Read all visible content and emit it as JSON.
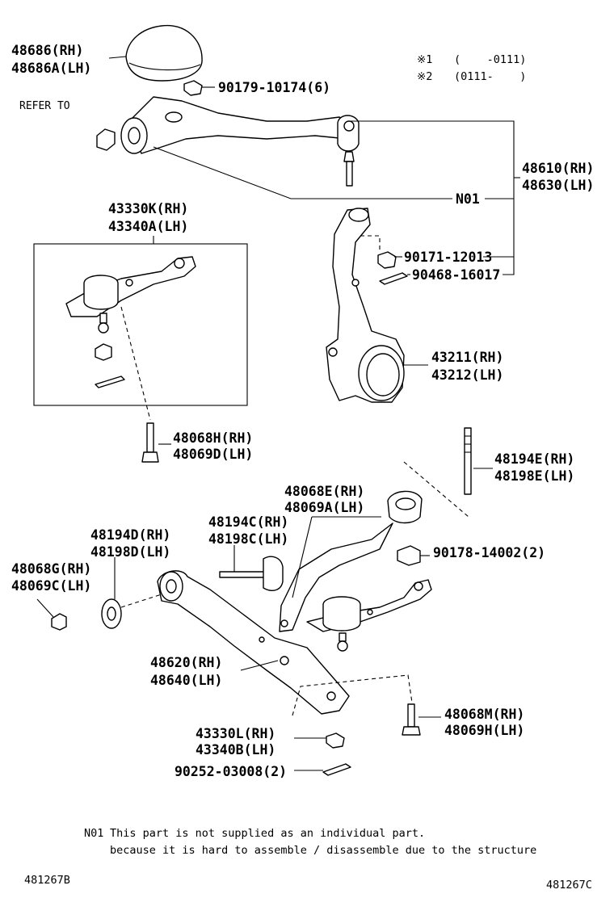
{
  "labels": {
    "boot_rh": "48686(RH)",
    "boot_lh": "48686A(LH)",
    "nut_upper": "90179-10174(6)",
    "refer_to": "REFER TO",
    "note1_mark": "※1",
    "note1_range": "(    -0111)",
    "note2_mark": "※2",
    "note2_range": "(0111-    )",
    "upper_arm_rh": "48610(RH)",
    "upper_arm_lh": "48630(LH)",
    "n01": "N01",
    "ball_joint_rh": "43330K(RH)",
    "ball_joint_lh": "43340A(LH)",
    "nut_knuckle": "90171-12013",
    "cotter_knuckle": "90468-16017",
    "knuckle_rh": "43211(RH)",
    "knuckle_lh": "43212(LH)",
    "bolt_a_rh": "48068H(RH)",
    "bolt_a_lh": "48069D(LH)",
    "stud_rh": "48194E(RH)",
    "stud_lh": "48198E(LH)",
    "strut_rh": "48068E(RH)",
    "strut_lh": "48069A(LH)",
    "washer_c_rh": "48194C(RH)",
    "washer_c_lh": "48198C(LH)",
    "washer_d_rh": "48194D(RH)",
    "washer_d_lh": "48198D(LH)",
    "nut_strut": "90178-14002(2)",
    "nut_g_rh": "48068G(RH)",
    "nut_g_lh": "48069C(LH)",
    "lower_arm_rh": "48620(RH)",
    "lower_arm_lh": "48640(LH)",
    "bolt_m_rh": "48068M(RH)",
    "bolt_m_lh": "48069H(LH)",
    "nut_l_rh": "43330L(RH)",
    "nut_l_lh": "43340B(LH)",
    "cotter_lower": "90252-03008(2)"
  },
  "footnote": {
    "code": "N01",
    "line1": "This part is not supplied as an individual part.",
    "line2": "because it is hard to assemble / disassemble due to the structure"
  },
  "ids": {
    "left": "481267B",
    "right": "481267C"
  }
}
